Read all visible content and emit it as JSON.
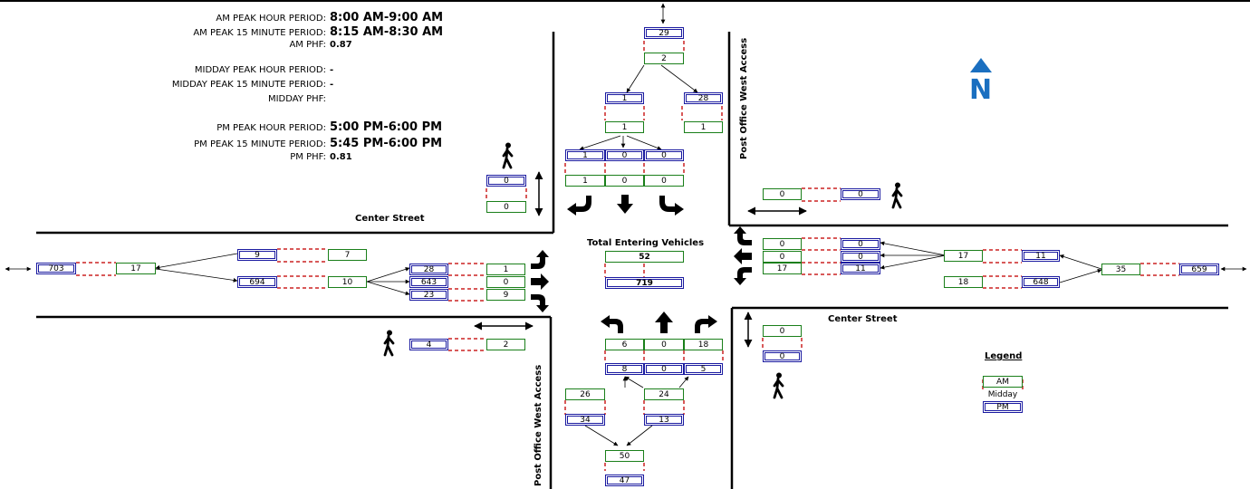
{
  "periods": {
    "am_peak_hour": {
      "label": "AM PEAK HOUR PERIOD:",
      "value": "8:00 AM-9:00 AM"
    },
    "am_peak_15": {
      "label": "AM PEAK 15 MINUTE PERIOD:",
      "value": "8:15 AM-8:30 AM"
    },
    "am_phf": {
      "label": "AM PHF:",
      "value": "0.87"
    },
    "midday_peak_hour": {
      "label": "MIDDAY PEAK HOUR PERIOD:",
      "value": "-"
    },
    "midday_peak_15": {
      "label": "MIDDAY PEAK 15 MINUTE PERIOD:",
      "value": "-"
    },
    "midday_phf": {
      "label": "MIDDAY PHF:",
      "value": ""
    },
    "pm_peak_hour": {
      "label": "PM PEAK HOUR PERIOD:",
      "value": "5:00 PM-6:00 PM"
    },
    "pm_peak_15": {
      "label": "PM PEAK 15 MINUTE PERIOD:",
      "value": "5:45 PM-6:00 PM"
    },
    "pm_phf": {
      "label": "PM PHF:",
      "value": "0.81"
    }
  },
  "streets": {
    "east_west": "Center Street",
    "north_south": "Post Office West Access"
  },
  "north_label": "N",
  "total_entering": {
    "label": "Total Entering Vehicles",
    "am": "52",
    "pm": "719"
  },
  "legend": {
    "title": "Legend",
    "am": "AM",
    "midday": "Midday",
    "pm": "PM"
  },
  "north_approach": {
    "far_pm": "29",
    "far_am": "2",
    "in_pm": "1",
    "in_am": "1",
    "out_pm": "28",
    "out_am": "1",
    "left_pm": "1",
    "thru_pm": "0",
    "right_pm": "0",
    "left_am": "1",
    "thru_am": "0",
    "right_am": "0",
    "ped_pm": "0",
    "ped_am": "0"
  },
  "south_approach": {
    "left_am": "6",
    "thru_am": "0",
    "right_am": "18",
    "left_pm": "8",
    "thru_pm": "0",
    "right_pm": "5",
    "in_am": "24",
    "in_pm": "13",
    "out_am": "26",
    "out_pm": "34",
    "far_am": "50",
    "far_pm": "47",
    "ped_am": "0",
    "ped_pm": "0"
  },
  "west_approach": {
    "far_pm": "703",
    "far_am": "17",
    "out_pm": "9",
    "out_am": "7",
    "in_pm": "694",
    "in_am": "10",
    "left_pm": "28",
    "thru_pm": "643",
    "right_pm": "23",
    "left_am": "1",
    "thru_am": "0",
    "right_am": "9",
    "ped_pm": "4",
    "ped_am": "2"
  },
  "east_approach": {
    "left_am": "0",
    "thru_am": "0",
    "right_am": "17",
    "left_pm": "0",
    "thru_pm": "0",
    "right_pm": "11",
    "in_am": "17",
    "in_pm": "11",
    "out_am": "18",
    "out_pm": "648",
    "far_am": "35",
    "far_pm": "659",
    "ped_am": "0",
    "ped_pm": "0"
  },
  "colors": {
    "am": "#1a7f1a",
    "midday": "#cc2222",
    "pm": "#1a1aa0",
    "north": "#1a6fc0"
  }
}
